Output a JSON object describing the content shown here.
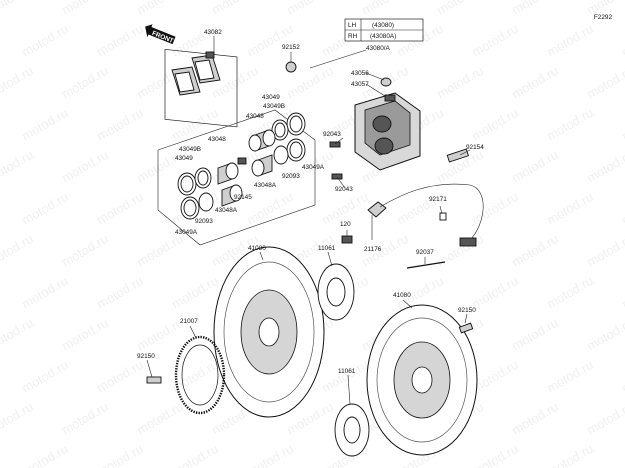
{
  "diagram_id": "F2292",
  "front_label": "FRONT",
  "legend": {
    "rows": [
      {
        "side": "LH",
        "part": "(43080)"
      },
      {
        "side": "RH",
        "part": "(43080A)"
      }
    ]
  },
  "callouts": [
    {
      "id": "c01",
      "text": "43082"
    },
    {
      "id": "c02",
      "text": "92152"
    },
    {
      "id": "c03",
      "text": "43080/A"
    },
    {
      "id": "c04",
      "text": "43056"
    },
    {
      "id": "c05",
      "text": "43057"
    },
    {
      "id": "c06",
      "text": "43049"
    },
    {
      "id": "c07",
      "text": "43049B"
    },
    {
      "id": "c08",
      "text": "43048"
    },
    {
      "id": "c09",
      "text": "43048"
    },
    {
      "id": "c10",
      "text": "43049B"
    },
    {
      "id": "c11",
      "text": "43049"
    },
    {
      "id": "c12",
      "text": "92043"
    },
    {
      "id": "c13",
      "text": "43049A"
    },
    {
      "id": "c14",
      "text": "92093"
    },
    {
      "id": "c15",
      "text": "43048A"
    },
    {
      "id": "c16",
      "text": "92145"
    },
    {
      "id": "c17",
      "text": "92043"
    },
    {
      "id": "c18",
      "text": "43048A"
    },
    {
      "id": "c19",
      "text": "92093"
    },
    {
      "id": "c20",
      "text": "43049A"
    },
    {
      "id": "c21",
      "text": "92154"
    },
    {
      "id": "c22",
      "text": "92171"
    },
    {
      "id": "c23",
      "text": "120"
    },
    {
      "id": "c24",
      "text": "21176"
    },
    {
      "id": "c25",
      "text": "92037"
    },
    {
      "id": "c26",
      "text": "41080"
    },
    {
      "id": "c27",
      "text": "11061"
    },
    {
      "id": "c28",
      "text": "41080"
    },
    {
      "id": "c29",
      "text": "21007"
    },
    {
      "id": "c30",
      "text": "92150"
    },
    {
      "id": "c31",
      "text": "92150"
    },
    {
      "id": "c32",
      "text": "11061"
    }
  ],
  "watermark": "motod.ru"
}
